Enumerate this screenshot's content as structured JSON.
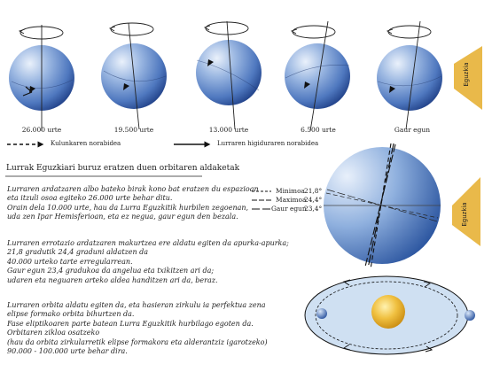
{
  "precession": {
    "years": [
      "26.000 urte",
      "19.500 urte",
      "13.000 urte",
      "6.500 urte",
      "Gaur egun"
    ]
  },
  "legend": {
    "pendulum_direction": "Kulunkaren norabidea",
    "earth_motion_direction": "Lurraren higiduraren norabidea"
  },
  "sun_tags": [
    "Eguzkia",
    "Eguzkia"
  ],
  "section_title": "Lurrak Eguzkiari buruz eratzen duen orbitaren aldaketak",
  "paragraphs": [
    [
      "Lurraren ardatzaren albo bateko birak kono bat eratzen du espazioan",
      "eta itzuli osoa egiteko 26.000 urte behar ditu.",
      "Orain dela 10.000 urte, hau da Lurra Eguzkitik hurbilen zegoenan,",
      "uda zen Ipar Hemisferioan, eta ez negua, gaur egun den bezala."
    ],
    [
      "Lurraren errotazio ardatzaren makurtzea ere aldatu egiten da apurka-apurka;",
      "21,8 gradutik 24,4 graduni aldatzen da",
      "40.000 urteko tarte erregularrean.",
      "Gaur egun 23,4 gradukoa da angelua eta txikitzen ari da;",
      "udaren eta neguaren arteko aldea handitzen ari da, beraz."
    ],
    [
      "Lurraren orbita aldatu egiten da, eta hasieran zirkulu ia perfektua zena",
      "elipse formako orbita bihurtzen da.",
      "Fase eliptikoaren parte batean Lurra Eguzkitik hurbilago egoten da.",
      "Orbitaren zikloa osatzeko",
      "(hau da orbita zirkularretik elipse formakora eta alderantziz igarotzeko)",
      "90.000 - 100.000 urte behar dira."
    ]
  ],
  "obliquity": [
    {
      "label": "Minimoa",
      "value": "21,8°"
    },
    {
      "label": "Maximoa",
      "value": "24,4°"
    },
    {
      "label": "Gaur egun",
      "value": "23,4°"
    }
  ],
  "colors": {
    "globe_light": "#dce8f8",
    "globe_mid": "#5b86c8",
    "globe_dark": "#1f3f86",
    "sun_arrow": "#e9b94a",
    "sun": "#e8a818",
    "orbit_fill": "#cfe0f2"
  }
}
